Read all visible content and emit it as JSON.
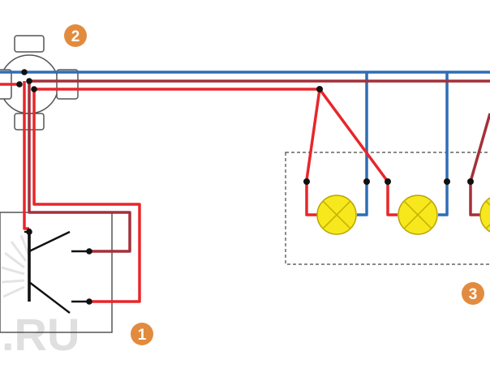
{
  "colors": {
    "wire_blue": "#2f6db5",
    "wire_red": "#e8262b",
    "wire_darkred": "#a4303a",
    "lamp_fill": "#f7e81e",
    "lamp_stroke": "#b8a400",
    "badge": "#e28b3e",
    "box_stroke": "#555555",
    "watermark": "#d8d8d8"
  },
  "badges": {
    "switch": "1",
    "junction_box": "2",
    "lamp_group": "3"
  },
  "watermark": {
    "text": ".RU"
  },
  "icons": {
    "lamp": "lamp-icon",
    "switch": "two-gang-switch-icon",
    "junction": "junction-box-icon"
  }
}
